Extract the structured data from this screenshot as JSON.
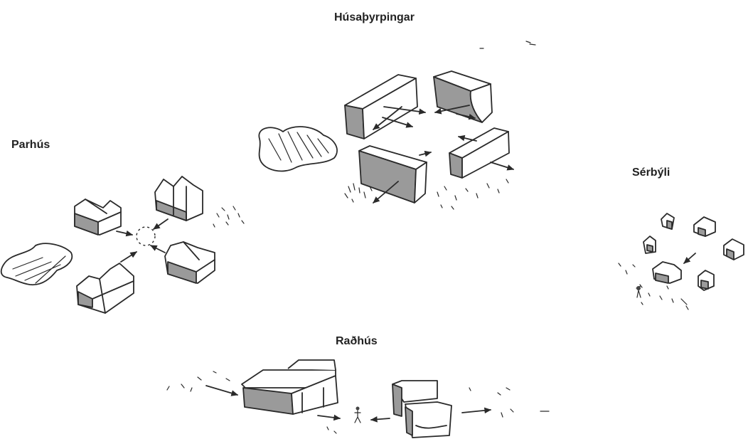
{
  "labels": {
    "top": "Húsaþyrpingar",
    "left": "Parhús",
    "right": "Sérbýli",
    "bottom": "Raðhús"
  },
  "colors": {
    "ink": "#2a2a2a",
    "shade": "#9a9a9a",
    "background": "#ffffff"
  }
}
